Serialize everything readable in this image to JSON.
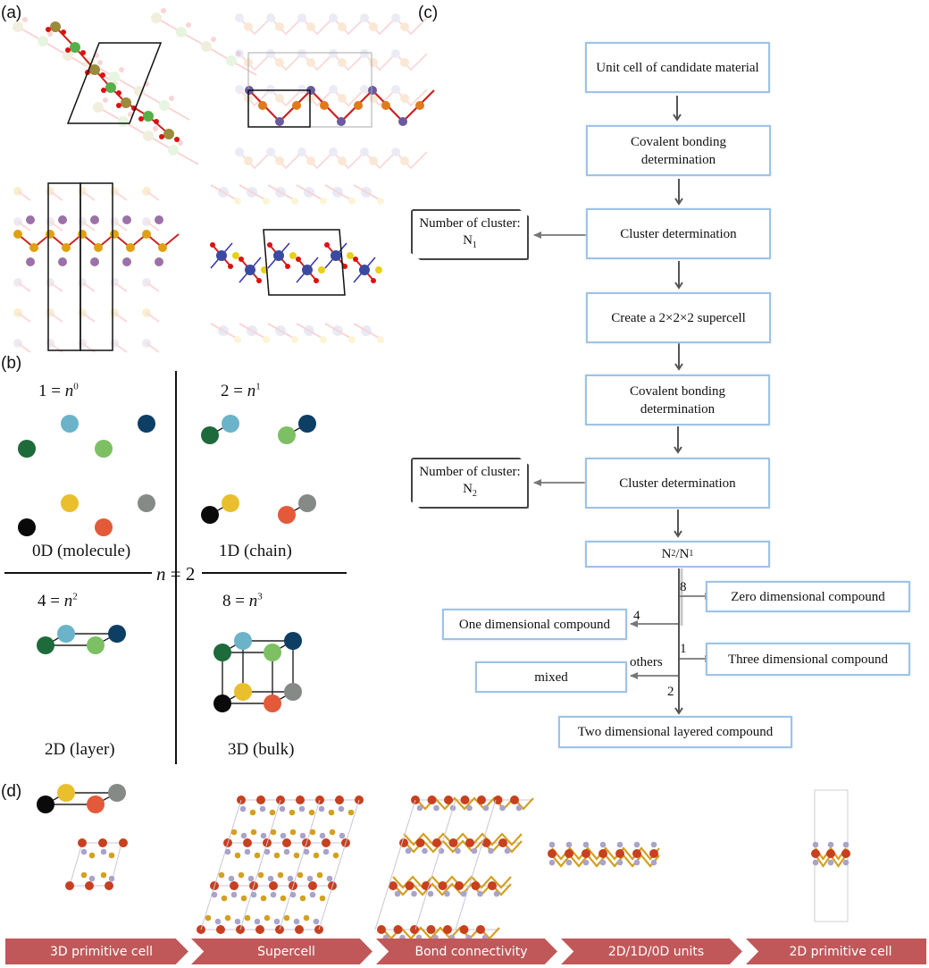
{
  "panels": {
    "a": "(a)",
    "b": "(b)",
    "c": "(c)",
    "d": "(d)"
  },
  "panel_b": {
    "equations": [
      {
        "lhs": "1 = ",
        "var": "n",
        "exp": "0"
      },
      {
        "lhs": "2 = ",
        "var": "n",
        "exp": "1"
      },
      {
        "lhs": "4 = ",
        "var": "n",
        "exp": "2"
      },
      {
        "lhs": "8 = ",
        "var": "n",
        "exp": "3"
      }
    ],
    "labels": [
      "0D (molecule)",
      "1D (chain)",
      "2D (layer)",
      "3D (bulk)"
    ],
    "center_var": "n",
    "center_value": " = 2",
    "atom_colors": {
      "dark_green": "#1d6a3a",
      "light_blue": "#6bb3c9",
      "navy": "#0d3e63",
      "light_green": "#7cc063",
      "black": "#0a0a0a",
      "yellow": "#e9bf2e",
      "red": "#e25a3a",
      "gray": "#868a87"
    }
  },
  "flowchart": {
    "steps": [
      "Unit cell of candidate material",
      "Covalent bonding determination",
      "Cluster determination",
      "Create a 2×2×2 supercell",
      "Covalent bonding determination",
      "Cluster determination"
    ],
    "cluster_output_1": {
      "title": "Number of cluster:",
      "symbol": "N",
      "sub": "1"
    },
    "cluster_output_2": {
      "title": "Number of cluster:",
      "symbol": "N",
      "sub": "2"
    },
    "ratio": {
      "a": "N",
      "a_sub": "2",
      "b": "N",
      "b_sub": "1"
    },
    "outcomes": {
      "zero": {
        "edge": "8",
        "label": "Zero dimensional compound"
      },
      "one": {
        "edge": "4",
        "label": "One dimensional compound"
      },
      "three": {
        "edge": "1",
        "label": "Three dimensional compound"
      },
      "mixed": {
        "edge": "others",
        "label": "mixed"
      },
      "two": {
        "edge": "2",
        "label": "Two dimensional layered compound"
      }
    },
    "box_border_color": "#9ec3e6"
  },
  "panel_d": {
    "steps": [
      "3D primitive cell",
      "Supercell",
      "Bond connectivity",
      "2D/1D/0D units",
      "2D primitive cell"
    ],
    "step_color": "#c0585a",
    "atom_colors": {
      "metal": "#c8401f",
      "chalcogen": "#d4a020",
      "light": "#a9a3c9"
    }
  }
}
